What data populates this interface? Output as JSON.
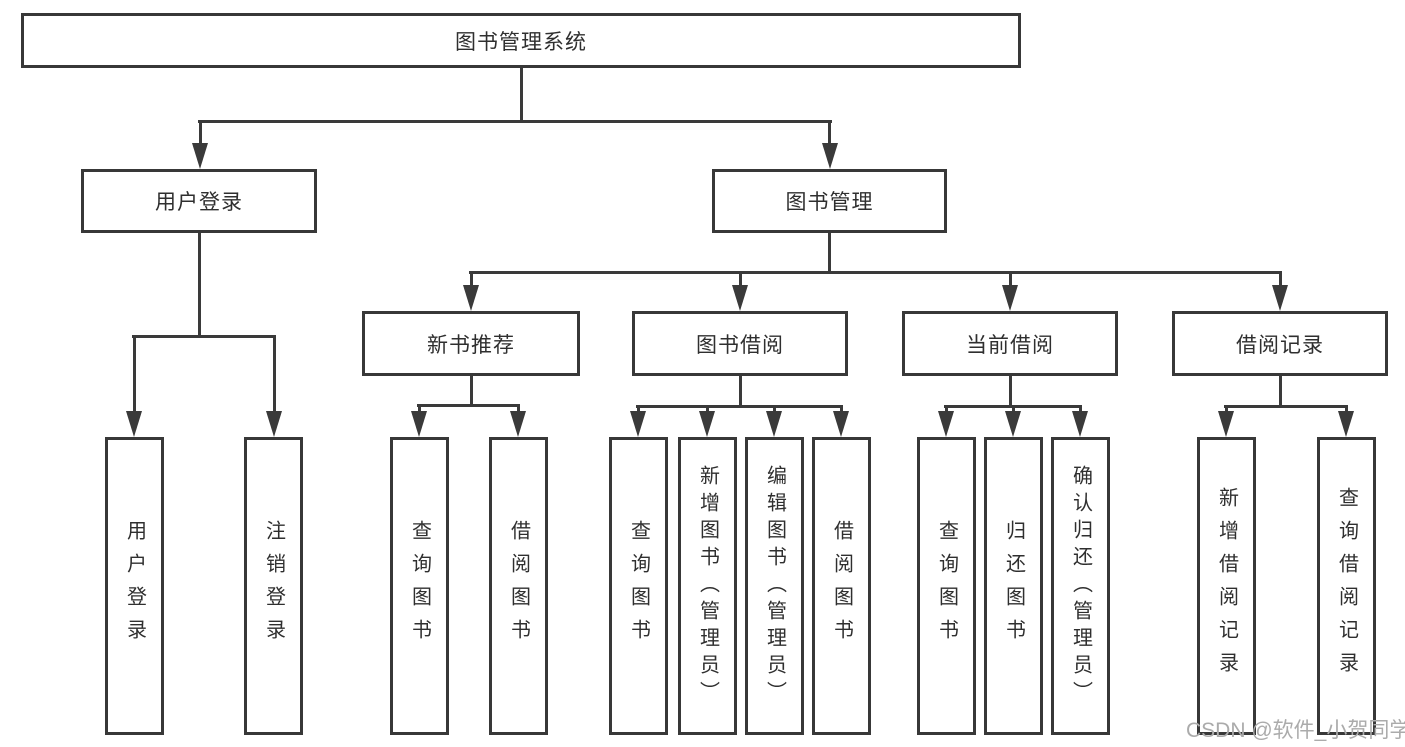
{
  "tree": {
    "label": "图书管理系统",
    "children": [
      {
        "label": "用户登录",
        "children": [
          {
            "label": "用户登录"
          },
          {
            "label": "注销登录"
          }
        ]
      },
      {
        "label": "图书管理",
        "children": [
          {
            "label": "新书推荐",
            "children": [
              {
                "label": "查询图书"
              },
              {
                "label": "借阅图书"
              }
            ]
          },
          {
            "label": "图书借阅",
            "children": [
              {
                "label": "查询图书"
              },
              {
                "label": "新增图书（管理员）"
              },
              {
                "label": "编辑图书（管理员）"
              },
              {
                "label": "借阅图书"
              }
            ]
          },
          {
            "label": "当前借阅",
            "children": [
              {
                "label": "查询图书"
              },
              {
                "label": "归还图书"
              },
              {
                "label": "确认归还（管理员）"
              }
            ]
          },
          {
            "label": "借阅记录",
            "children": [
              {
                "label": "新增借阅记录"
              },
              {
                "label": "查询借阅记录"
              }
            ]
          }
        ]
      }
    ]
  },
  "watermark": {
    "text": "CSDN @软件_小贺同学"
  },
  "colors": {
    "line": "#3a3a3a",
    "box_border": "#383838",
    "box_fill": "#ffffff",
    "text": "#2f2f2f",
    "watermark": "#ababab",
    "background": "#ffffff"
  }
}
